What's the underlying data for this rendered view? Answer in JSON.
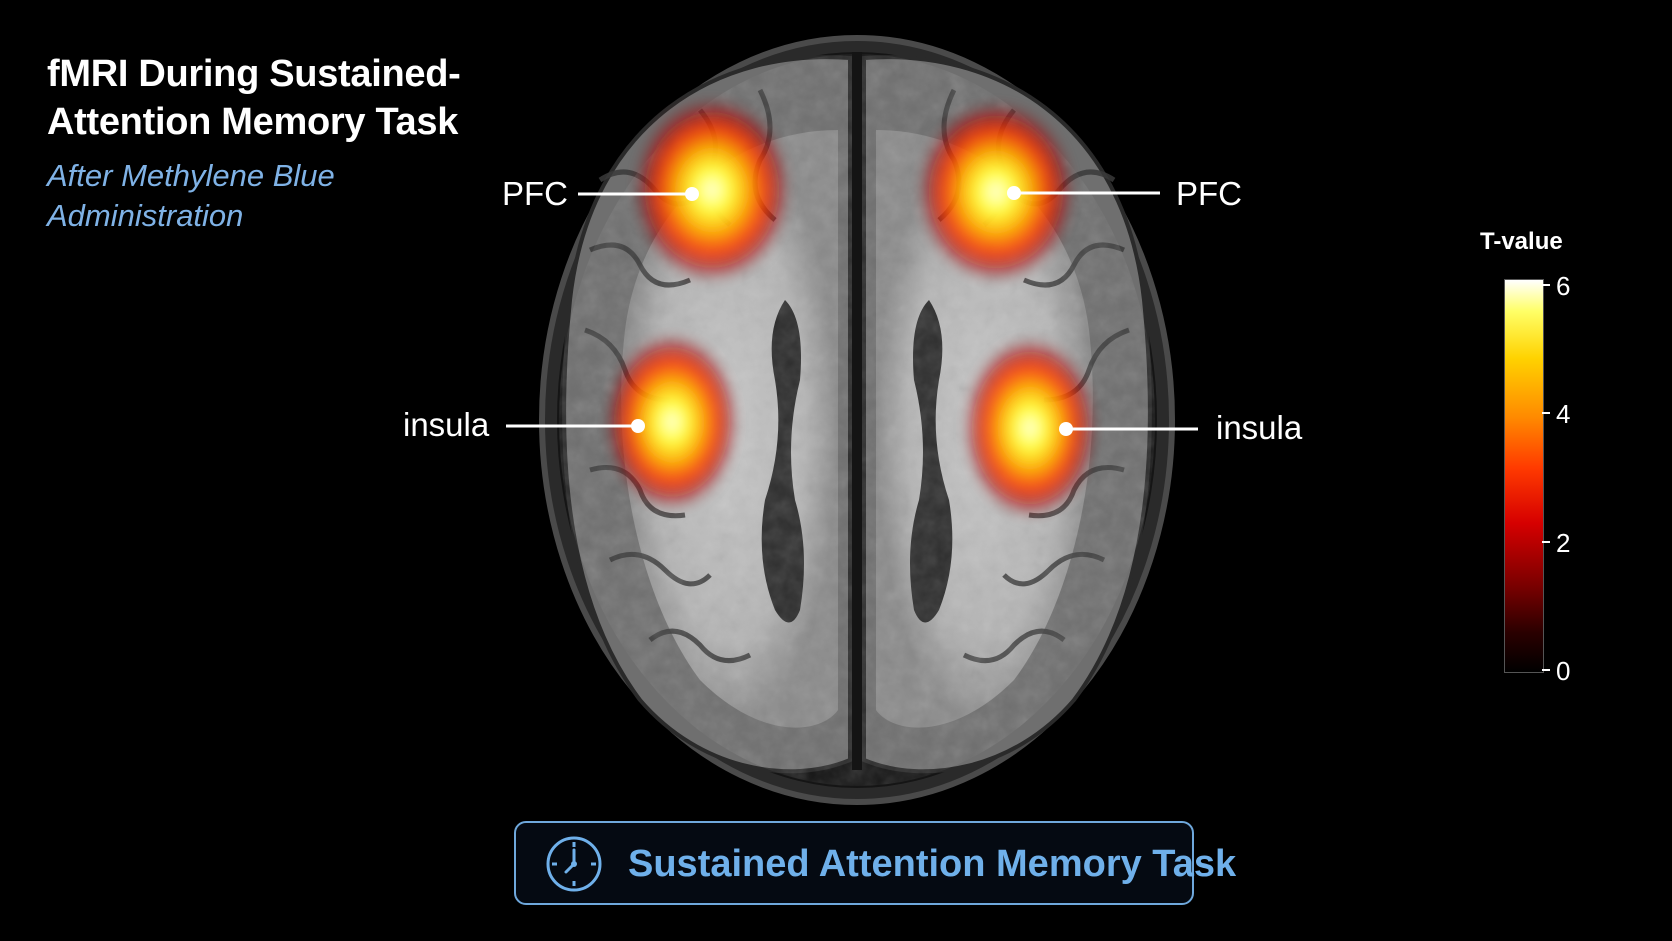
{
  "title": "fMRI During Sustained-Attention Memory Task",
  "subtitle": "After Methylene Blue Administration",
  "labels": {
    "pfc_left": "PFC",
    "pfc_right": "PFC",
    "insula_left": "insula",
    "insula_right": "insula"
  },
  "colorbar": {
    "title": "T-value",
    "ticks": [
      "6",
      "4",
      "2",
      "0"
    ],
    "range": [
      0,
      6
    ],
    "colormap": "hot"
  },
  "task": {
    "label": "Sustained Attention Memory Task",
    "icon": "clock-icon"
  },
  "colors": {
    "accent": "#6fb0ea",
    "subtitle": "#7fb2e6",
    "background": "#000000"
  }
}
